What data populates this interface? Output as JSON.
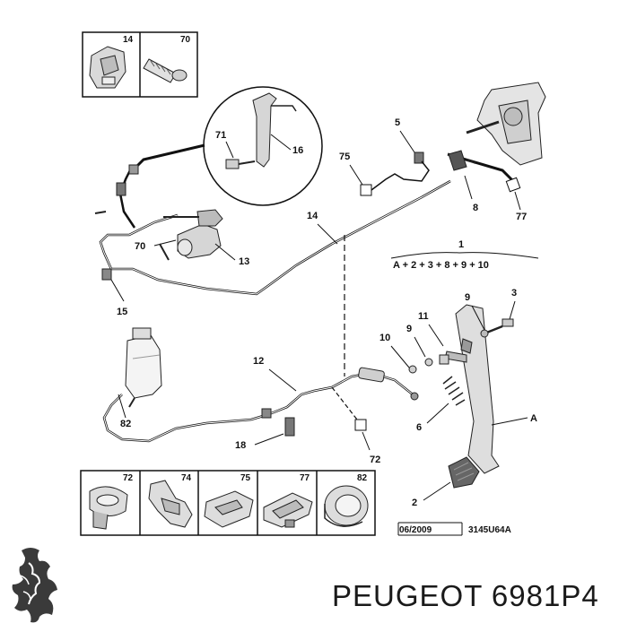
{
  "brand": {
    "caption": "PEUGEOT 6981P4"
  },
  "diagram": {
    "inset_top": [
      "14",
      "70"
    ],
    "detail_circle": [
      "71",
      "16"
    ],
    "callouts": [
      "5",
      "75",
      "8",
      "77",
      "14",
      "70",
      "13",
      "15",
      "1",
      "9",
      "3",
      "11",
      "10",
      "9",
      "12",
      "82",
      "6",
      "A",
      "18",
      "72",
      "2"
    ],
    "formula": "A + 2 + 3 + 8 + 9 + 10",
    "inset_bottom": [
      "72",
      "74",
      "75",
      "77",
      "82"
    ],
    "date_code": "06/2009",
    "ref_code": "3145U64A"
  }
}
